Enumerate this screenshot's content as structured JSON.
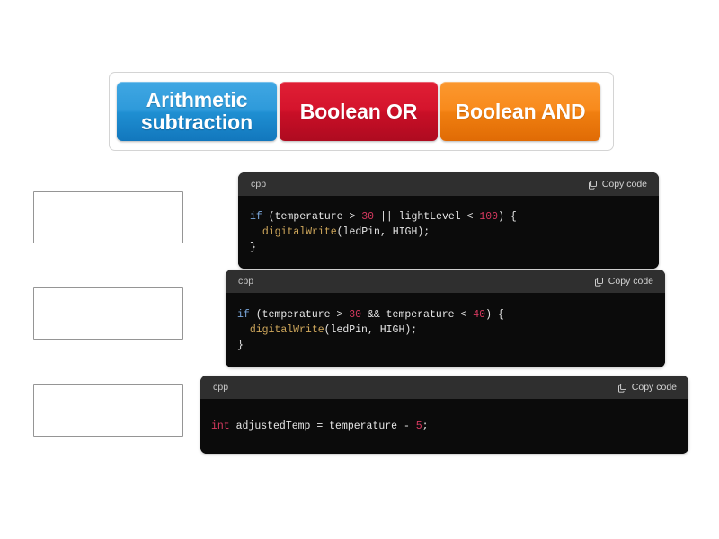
{
  "tiles": [
    {
      "label": "Arithmetic subtraction",
      "color": "#2e9ada",
      "variant": "blue"
    },
    {
      "label": "Boolean OR",
      "color": "#d4142c",
      "variant": "red"
    },
    {
      "label": "Boolean AND",
      "color": "#f88a1c",
      "variant": "orange"
    }
  ],
  "drop_zones": [
    {
      "value": ""
    },
    {
      "value": ""
    },
    {
      "value": ""
    }
  ],
  "code_blocks": [
    {
      "language": "cpp",
      "copy_label": "Copy code",
      "copy_icon": "copy-icon",
      "lines": [
        [
          {
            "t": "if",
            "c": "kw"
          },
          {
            "t": " (temperature > ",
            "c": "txt"
          },
          {
            "t": "30",
            "c": "num"
          },
          {
            "t": " || lightLevel < ",
            "c": "txt"
          },
          {
            "t": "100",
            "c": "num"
          },
          {
            "t": ") {",
            "c": "txt"
          }
        ],
        [
          {
            "t": "  ",
            "c": "txt"
          },
          {
            "t": "digitalWrite",
            "c": "fn"
          },
          {
            "t": "(ledPin, HIGH);",
            "c": "txt"
          }
        ],
        [
          {
            "t": "}",
            "c": "txt"
          }
        ]
      ]
    },
    {
      "language": "cpp",
      "copy_label": "Copy code",
      "copy_icon": "copy-icon",
      "lines": [
        [
          {
            "t": "if",
            "c": "kw"
          },
          {
            "t": " (temperature > ",
            "c": "txt"
          },
          {
            "t": "30",
            "c": "num"
          },
          {
            "t": " && temperature < ",
            "c": "txt"
          },
          {
            "t": "40",
            "c": "num"
          },
          {
            "t": ") {",
            "c": "txt"
          }
        ],
        [
          {
            "t": "  ",
            "c": "txt"
          },
          {
            "t": "digitalWrite",
            "c": "fn"
          },
          {
            "t": "(ledPin, HIGH);",
            "c": "txt"
          }
        ],
        [
          {
            "t": "}",
            "c": "txt"
          }
        ]
      ]
    },
    {
      "language": "cpp",
      "copy_label": "Copy code",
      "copy_icon": "copy-icon",
      "lines": [
        [
          {
            "t": "int",
            "c": "kw2"
          },
          {
            "t": " adjustedTemp = temperature - ",
            "c": "txt"
          },
          {
            "t": "5",
            "c": "num"
          },
          {
            "t": ";",
            "c": "txt"
          }
        ]
      ]
    }
  ]
}
